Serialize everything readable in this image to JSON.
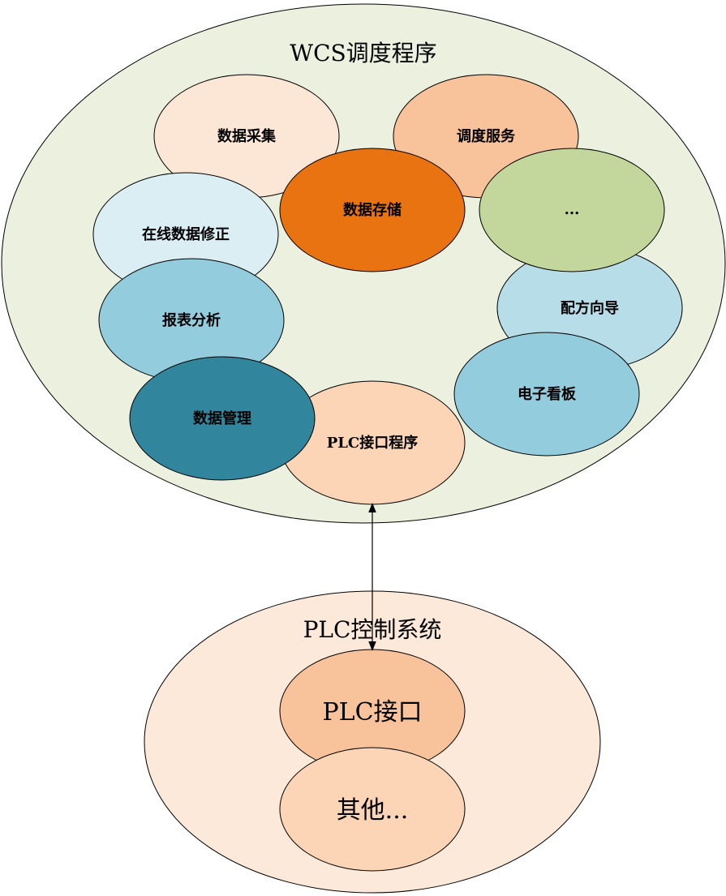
{
  "wcs": {
    "title": "WCS调度程序",
    "modules": {
      "data_collection": "数据采集",
      "dispatch_service": "调度服务",
      "data_storage": "数据存储",
      "more": "...",
      "online_correction": "在线数据修正",
      "recipe_wizard": "配方向导",
      "report_analysis": "报表分析",
      "e_kanban": "电子看板",
      "data_management": "数据管理",
      "plc_interface_program": "PLC接口程序"
    }
  },
  "plc": {
    "title": "PLC控制系统",
    "modules": {
      "plc_interface": "PLC接口",
      "others": "其他..."
    }
  },
  "colors": {
    "outer_wcs_fill": "#EBF1DE",
    "outer_plc_fill": "#FCE9DA",
    "data_collection": "#FCE6D6",
    "dispatch_service": "#F8C39B",
    "data_storage": "#E97211",
    "more": "#C3D69B",
    "online_correction": "#DBEEF4",
    "recipe_wizard": "#B7DEE8",
    "report_analysis": "#93CDDD",
    "e_kanban": "#93CDDD",
    "data_management": "#31859C",
    "plc_interface_program": "#FBD5B5",
    "plc_interface": "#F8C39B",
    "others": "#FBD5B5"
  }
}
